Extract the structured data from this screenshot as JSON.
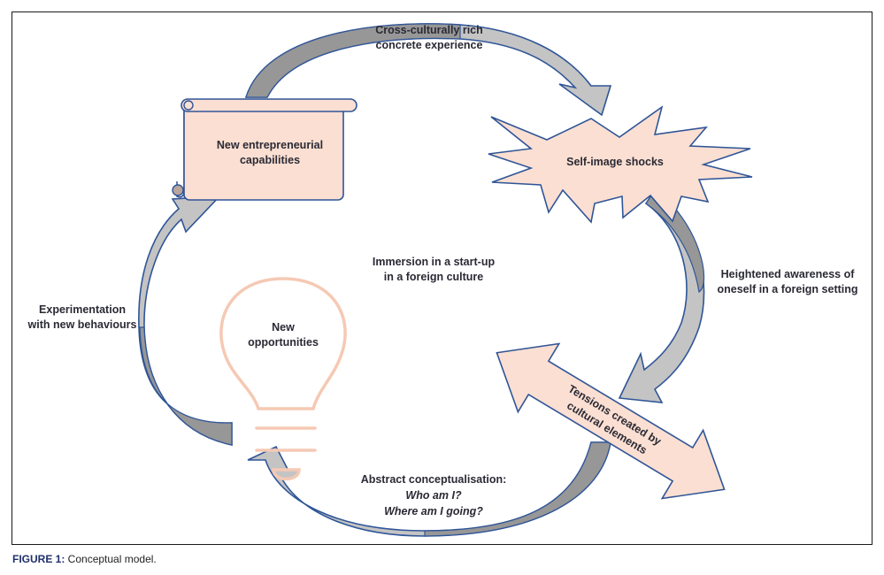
{
  "figure": {
    "caption_label": "FIGURE 1:",
    "caption_text": " Conceptual model.",
    "colors": {
      "shape_fill": "#fbdfd2",
      "shape_stroke": "#2f5597",
      "bulb_stroke": "#f5c9b4",
      "arrow_light": "#c4c4c4",
      "arrow_dark": "#979797",
      "text": "#2a2a35"
    }
  },
  "nodes": {
    "capabilities": {
      "line1": "New entrepreneurial",
      "line2": "capabilities",
      "shape": "scroll"
    },
    "shocks": {
      "text": "Self-image shocks",
      "shape": "explosion"
    },
    "tensions": {
      "line1": "Tensions created by",
      "line2": "cultural elements",
      "shape": "double-arrow"
    },
    "opportunities": {
      "line1": "New",
      "line2": "opportunities",
      "shape": "lightbulb"
    }
  },
  "edges": {
    "top": {
      "line1": "Cross-culturally rich",
      "line2": "concrete experience"
    },
    "right": {
      "line1": "Heightened awareness of",
      "line2": "oneself in a foreign setting"
    },
    "bottom": {
      "line1": "Abstract conceptualisation:",
      "line2": "Who am I?",
      "line3": "Where am I going?"
    },
    "left": {
      "line1": "Experimentation",
      "line2": "with new behaviours"
    }
  },
  "center": {
    "line1": "Immersion in a start-up",
    "line2": "in a foreign culture"
  }
}
